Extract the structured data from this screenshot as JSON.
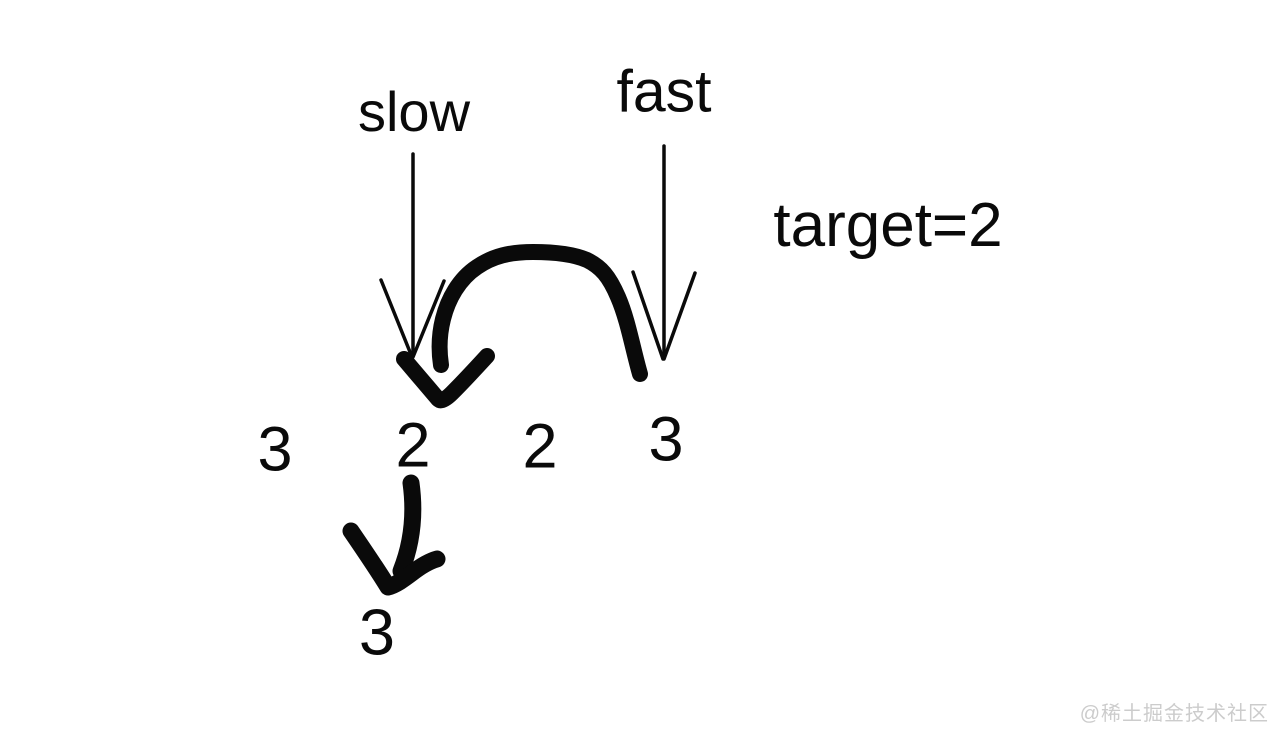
{
  "page": {
    "background_color": "#ffffff",
    "ink_color": "#0a0a0a"
  },
  "pointers": {
    "slow_label": "slow",
    "fast_label": "fast"
  },
  "target_label": "target=2",
  "array": {
    "values": [
      "3",
      "2",
      "2",
      "3"
    ]
  },
  "result_value": "3",
  "watermark": {
    "text": "@稀土掘金技术社区",
    "color": "#cccccc"
  }
}
